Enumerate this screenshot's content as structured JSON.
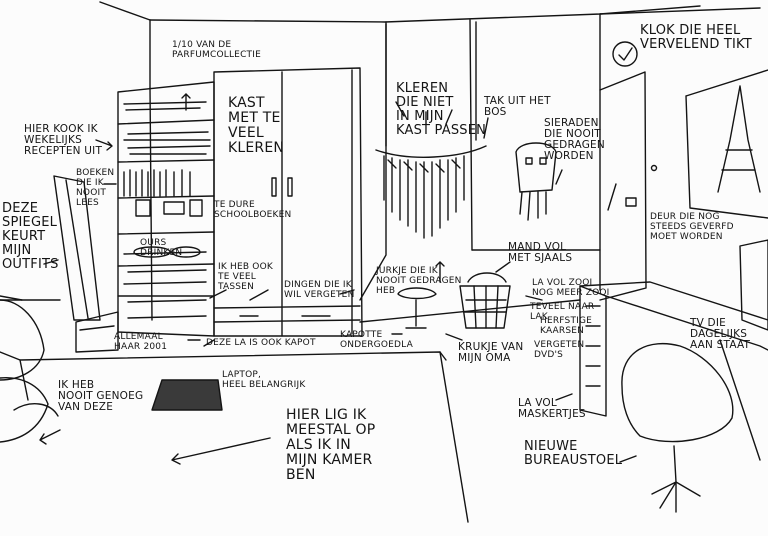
{
  "labels": {
    "clock": "Klok die heel\nvervelend tikt",
    "parfum": "1/10 van de\nparfumcollectie",
    "kast": "Kast\nmet te\nveel\nkleren",
    "kook": "Hier kook ik\nwekelijks\nrecepten uit",
    "boeken": "Boeken\ndie ik\nnooit\nlees",
    "spiegel": "Deze\nspiegel\nkeurt\nmijn\noutfits",
    "schoolboeken": "te dure\nschoolboeken",
    "tassen": "ik heb ook\nte veel\ntassen",
    "vergeten": "Dingen die ik\nwil vergeten",
    "allemaal": "Allemaal\nhaar 2001",
    "la_kapot": "deze la is ook kapot",
    "ondergoed": "kapotte\nondergoedla",
    "kleren_passen": "kleren\ndie niet\nin mijn\nkast passen",
    "bos": "tak uit het\nbos",
    "sieraden": "sieraden\ndie nooit\ngedragen\nworden",
    "deur": "Deur die nog\nsteeds geverfd\nmoet worden",
    "jurkje": "jurkje die ik\nnooit gedragen\nheb",
    "mand": "mand vol\nmet sjaals",
    "la_vol_1": "la vol zooi\nnog meer zooi",
    "la_vol_2": "teveel naar\nlak",
    "kaarsen": "herfstige\nkaarsen",
    "dvds": "vergeten\ndvd's",
    "krukje": "krukje van\nmijn oma",
    "tv": "TV die\ndagelijks\naan staat",
    "laptop": "laptop,\nheel belangrijk",
    "kussens": "ik heb\nnooit genoeg\nvan deze",
    "bed": "Hier lig ik\nmeestal op\nals ik in\nmijn kamer\nben",
    "maskertjes": "la vol\nmaskertjes",
    "bureaustoel": "nieuwe\nbureaustoel",
    "drinken": "ours\ndrinken"
  },
  "icons": {
    "clock": "clock-checkmark-icon",
    "eiffel": "eiffel-tower-poster-icon"
  },
  "colors": {
    "ink": "#141414",
    "paper": "#fcfcfc",
    "laptop": "#3a3a3a"
  }
}
